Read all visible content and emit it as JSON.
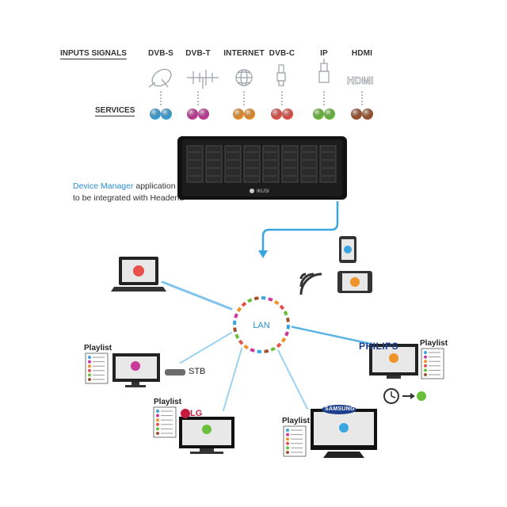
{
  "inputs": {
    "label": "INPUTS SIGNALS",
    "items": [
      {
        "name": "DVB-S",
        "color": "#3aa6e0"
      },
      {
        "name": "DVB-T",
        "color": "#c93a9b"
      },
      {
        "name": "INTERNET",
        "color": "#f0922a"
      },
      {
        "name": "DVB-C",
        "color": "#e8504a"
      },
      {
        "name": "IP",
        "color": "#6cbf3a"
      },
      {
        "name": "HDMI",
        "color": "#a0522d"
      }
    ],
    "hdmi_logo": "HDMI"
  },
  "services": {
    "label": "SERVICES"
  },
  "headend": {
    "brand": "IKUSI"
  },
  "caption": {
    "accent": "Device Manager",
    "rest1": " application",
    "line2": "to be integrated with Headend"
  },
  "lan": {
    "label": "LAN"
  },
  "playlist_label": "Playlist",
  "stb": {
    "label": "STB"
  },
  "brands": {
    "philips": "PHILIPS",
    "lg": "LG",
    "samsung": "SAMSUNG"
  },
  "icons": [
    "satellite-dish-icon",
    "terrestrial-antenna-icon",
    "globe-icon",
    "coax-connector-icon",
    "ethernet-connector-icon",
    "hdmi-icon",
    "wifi-icon",
    "clock-icon"
  ]
}
